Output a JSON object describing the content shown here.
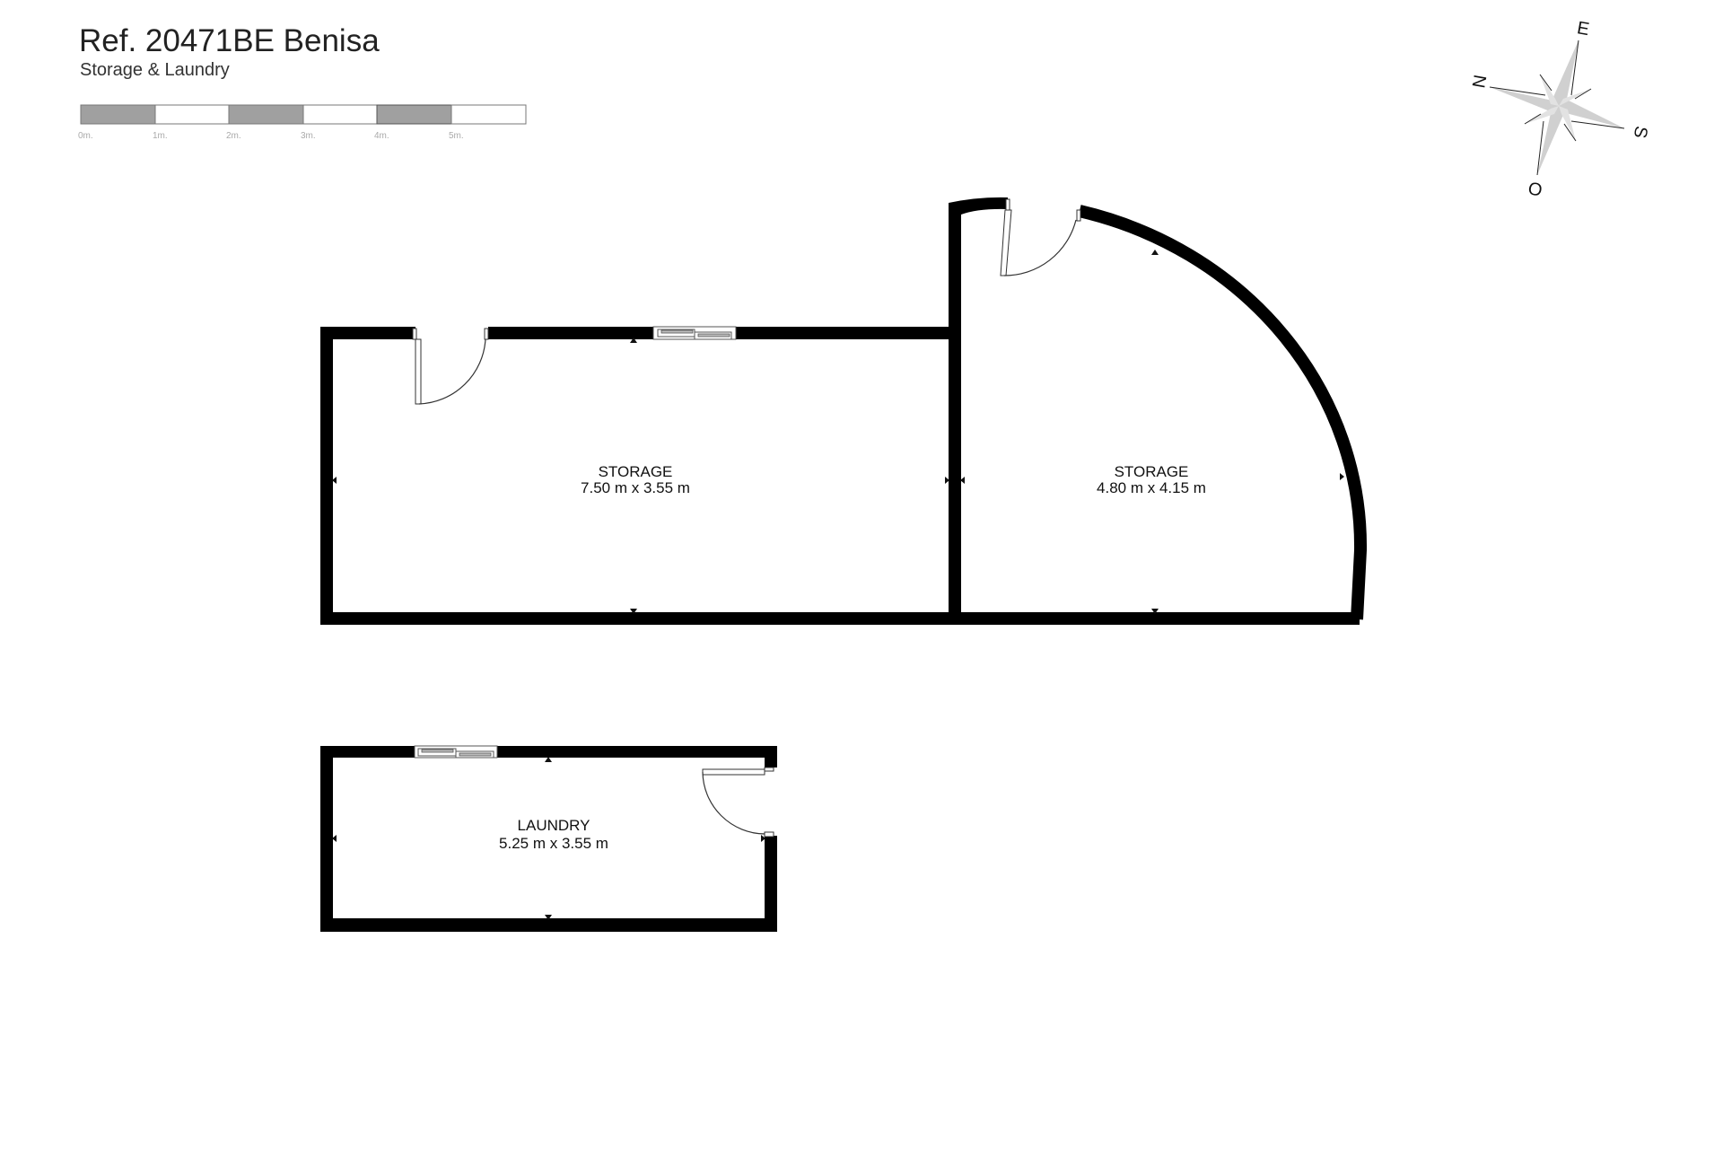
{
  "header": {
    "title": "Ref. 20471BE Benisa",
    "subtitle": "Storage & Laundry"
  },
  "scale_bar": {
    "labels": [
      "0m.",
      "1m.",
      "2m.",
      "3m.",
      "4m.",
      "5m."
    ],
    "segment_colors": [
      "#a0a0a0",
      "#ffffff",
      "#a0a0a0",
      "#ffffff",
      "#a0a0a0",
      "#ffffff"
    ]
  },
  "compass": {
    "north": "N",
    "east": "E",
    "south": "S",
    "west": "O"
  },
  "rooms": [
    {
      "name": "STORAGE",
      "dimensions": "7.50 m x 3.55 m"
    },
    {
      "name": "STORAGE",
      "dimensions": "4.80 m x 4.15 m"
    },
    {
      "name": "LAUNDRY",
      "dimensions": "5.25 m x 3.55 m"
    }
  ],
  "colors": {
    "wall": "#000000",
    "background": "#ffffff",
    "compass_fill": "#d0d0d0"
  }
}
